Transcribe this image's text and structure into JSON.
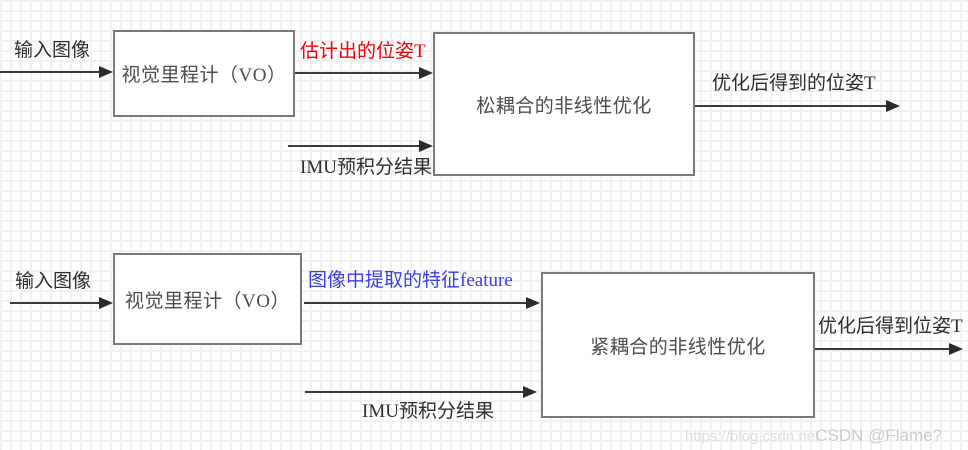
{
  "colors": {
    "pose_label_red": "#f40000",
    "feature_label_blue": "#3d3ddf",
    "box_border_gray": "#7a7a7a",
    "arrow_dark": "#3a3a3a",
    "grid_line": "#f1f1f1",
    "watermark_gray": "#c9c9c9"
  },
  "top_flow": {
    "input_label": "输入图像",
    "vo_box_label": "视觉里程计（VO）",
    "edge_pose_label": "估计出的位姿T",
    "imu_label": "IMU预积分结果",
    "optimizer_box_label": "松耦合的非线性优化",
    "output_label": "优化后得到的位姿T"
  },
  "bottom_flow": {
    "input_label": "输入图像",
    "vo_box_label": "视觉里程计（VO）",
    "edge_feature_label": "图像中提取的特征feature",
    "imu_label": "IMU预积分结果",
    "optimizer_box_label": "紧耦合的非线性优化",
    "output_label": "优化后得到位姿T"
  },
  "watermark": {
    "url_text": "https://blog.csdn.net",
    "user_text": "CSDN @Flame?"
  }
}
